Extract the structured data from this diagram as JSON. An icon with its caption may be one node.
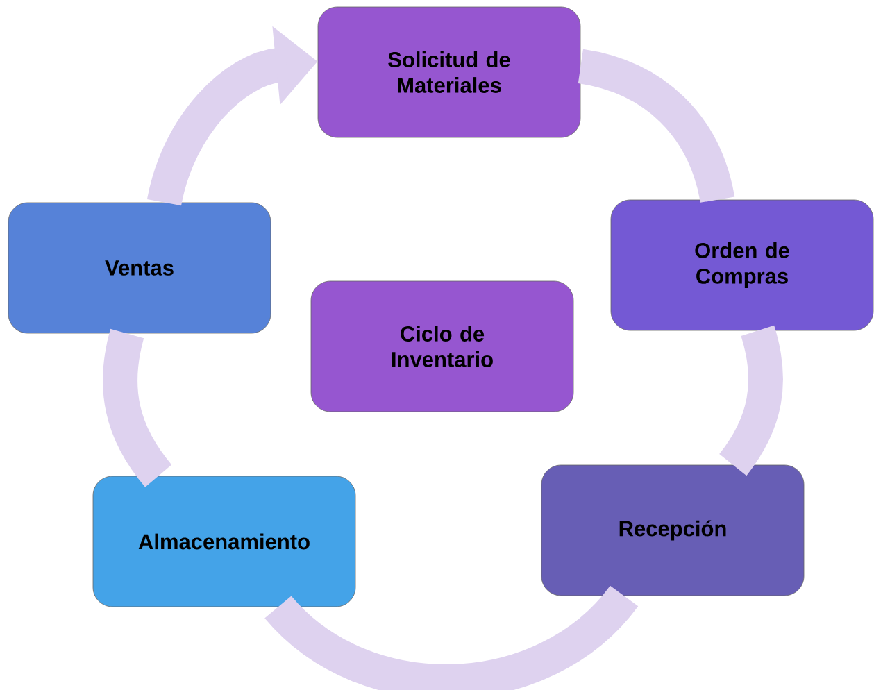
{
  "diagram": {
    "nodes": [
      {
        "text": [
          "Solicitud de Materiales"
        ]
      },
      {
        "text": [
          "Orden de Compras"
        ]
      },
      {
        "text": [
          "Recepción"
        ]
      },
      {
        "text": [
          "Almacenamiento"
        ]
      },
      {
        "text": [
          "Ventas"
        ]
      },
      {
        "text": [
          "Ciclo de Inventario"
        ]
      }
    ],
    "edges": [
      {
        "from": 0,
        "to": 1,
        "arrow": "none",
        "color": "#ded2ef"
      },
      {
        "from": 1,
        "to": 2,
        "arrow": "none",
        "color": "#ded2ef"
      },
      {
        "from": 2,
        "to": 3,
        "arrow": "none",
        "color": "#ded2ef"
      },
      {
        "from": 3,
        "to": 4,
        "arrow": "none",
        "color": "#ded2ef"
      },
      {
        "from": 4,
        "to": 0,
        "arrow": "to",
        "color": "#ded2ef"
      }
    ]
  }
}
